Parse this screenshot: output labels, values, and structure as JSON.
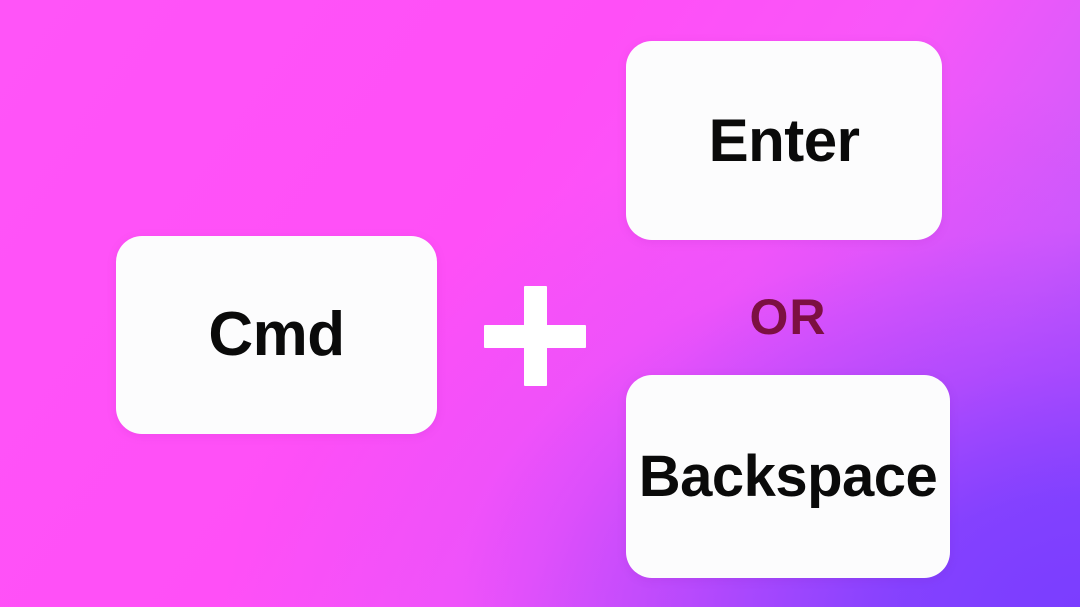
{
  "graphic": {
    "type": "keyboard-shortcut-diagram",
    "background": {
      "style": "gradient",
      "from_color": "#FF54F8",
      "to_color": "#7B3DFF"
    },
    "operator": {
      "plus_symbol": "+",
      "plus_color": "#FFFFFF"
    },
    "separator": {
      "label": "OR",
      "color": "#7C1042"
    },
    "keys": [
      {
        "id": "cmd",
        "label": "Cmd",
        "background": "#FCFCFD",
        "text_color": "#0A0A0A"
      },
      {
        "id": "enter",
        "label": "Enter",
        "background": "#FCFCFD",
        "text_color": "#0A0A0A"
      },
      {
        "id": "backspace",
        "label": "Backspace",
        "background": "#FCFCFD",
        "text_color": "#0A0A0A"
      }
    ]
  }
}
